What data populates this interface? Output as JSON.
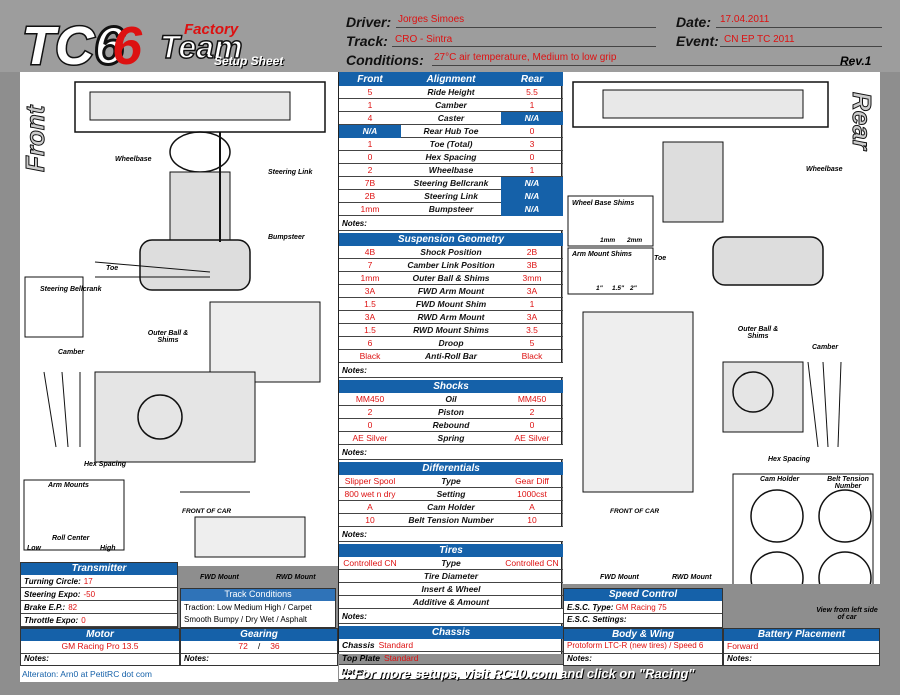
{
  "brand": {
    "tc": "TC6",
    "factory": "Factory",
    "team": "Team",
    "subtitle": "Setup Sheet"
  },
  "header": {
    "driver_label": "Driver:",
    "driver": "Jorges Simoes",
    "track_label": "Track:",
    "track": "CRO - Sintra",
    "conditions_label": "Conditions:",
    "conditions": "27°C air temperature, Medium to low grip",
    "date_label": "Date:",
    "date": "17.04.2011",
    "event_label": "Event:",
    "event": "CN EP TC 2011",
    "rev": "Rev.1"
  },
  "diagram_labels": {
    "front": "Front",
    "rear": "Rear",
    "wheelbase": "Wheelbase",
    "steering_link": "Steering Link",
    "bumpsteer": "Bumpsteer",
    "toe": "Toe",
    "steering_bellcrank": "Steering Bellcrank",
    "outer_ball": "Outer Ball & Shims",
    "camber": "Camber",
    "hex_spacing": "Hex Spacing",
    "arm_mounts": "Arm Mounts",
    "roll_center": "Roll Center",
    "low": "Low",
    "high": "High",
    "front_of_car": "FRONT OF CAR",
    "fwd_mount": "FWD Mount",
    "rwd_mount": "RWD Mount",
    "wheel_base_shims": "Wheel Base Shims",
    "arm_mount_shims": "Arm Mount Shims",
    "cam_holder": "Cam Holder",
    "belt_tension": "Belt Tension Number",
    "view_from_left": "View from left side of car",
    "shim_1mm": "1mm",
    "shim_2mm": "2mm",
    "shim_a": "1\"",
    "shim_b": "1.5\"",
    "shim_c": "2\""
  },
  "table": {
    "col_front": "Front",
    "col_rear": "Rear",
    "alignment": {
      "title": "Alignment",
      "rows": [
        {
          "label": "Ride Height",
          "front": "5",
          "rear": "5.5"
        },
        {
          "label": "Camber",
          "front": "1",
          "rear": "1"
        },
        {
          "label": "Caster",
          "front": "4",
          "rear": "N/A"
        },
        {
          "label": "Rear Hub Toe",
          "front": "N/A",
          "rear": "0"
        },
        {
          "label": "Toe (Total)",
          "front": "1",
          "rear": "3"
        },
        {
          "label": "Hex Spacing",
          "front": "0",
          "rear": "0"
        },
        {
          "label": "Wheelbase",
          "front": "2",
          "rear": "1"
        },
        {
          "label": "Steering Bellcrank",
          "front": "7B",
          "rear": "N/A"
        },
        {
          "label": "Steering Link",
          "front": "2B",
          "rear": "N/A"
        },
        {
          "label": "Bumpsteer",
          "front": "1mm",
          "rear": "N/A"
        }
      ]
    },
    "suspension": {
      "title": "Suspension Geometry",
      "rows": [
        {
          "label": "Shock Position",
          "front": "4B",
          "rear": "2B"
        },
        {
          "label": "Camber Link Position",
          "front": "7",
          "rear": "3B"
        },
        {
          "label": "Outer Ball & Shims",
          "front": "1mm",
          "rear": "3mm"
        },
        {
          "label": "FWD Arm Mount",
          "front": "3A",
          "rear": "3A"
        },
        {
          "label": "FWD Mount Shim",
          "front": "1.5",
          "rear": "1"
        },
        {
          "label": "RWD Arm Mount",
          "front": "3A",
          "rear": "3A"
        },
        {
          "label": "RWD Mount Shims",
          "front": "1.5",
          "rear": "3.5"
        },
        {
          "label": "Droop",
          "front": "6",
          "rear": "5"
        },
        {
          "label": "Anti-Roll Bar",
          "front": "Black",
          "rear": "Black"
        }
      ]
    },
    "shocks": {
      "title": "Shocks",
      "rows": [
        {
          "label": "Oil",
          "front": "MM450",
          "rear": "MM450"
        },
        {
          "label": "Piston",
          "front": "2",
          "rear": "2"
        },
        {
          "label": "Rebound",
          "front": "0",
          "rear": "0"
        },
        {
          "label": "Spring",
          "front": "AE Silver",
          "rear": "AE Silver"
        }
      ]
    },
    "differentials": {
      "title": "Differentials",
      "rows": [
        {
          "label": "Type",
          "front": "Slipper Spool",
          "rear": "Gear Diff"
        },
        {
          "label": "Setting",
          "front": "800 wet n dry",
          "rear": "1000cst"
        },
        {
          "label": "Cam Holder",
          "front": "A",
          "rear": "A"
        },
        {
          "label": "Belt Tension Number",
          "front": "10",
          "rear": "10"
        }
      ]
    },
    "tires": {
      "title": "Tires",
      "rows": [
        {
          "label": "Type",
          "front": "Controlled CN",
          "rear": "Controlled CN"
        },
        {
          "label": "Tire Diameter",
          "front": "",
          "rear": ""
        },
        {
          "label": "Insert & Wheel",
          "front": "",
          "rear": ""
        },
        {
          "label": "Additive & Amount",
          "front": "",
          "rear": ""
        }
      ]
    },
    "notes_label": "Notes:",
    "chassis": {
      "title": "Chassis",
      "chassis_label": "Chassis",
      "chassis": "Standard",
      "top_plate_label": "Top Plate",
      "top_plate": "Standard"
    }
  },
  "transmitter": {
    "title": "Transmitter",
    "rows": [
      {
        "label": "Turning Circle:",
        "value": "17"
      },
      {
        "label": "Steering Expo:",
        "value": "-50"
      },
      {
        "label": "Brake E.P.:",
        "value": "82"
      },
      {
        "label": "Throttle Expo:",
        "value": "0"
      }
    ]
  },
  "track_conditions": {
    "title": "Track Conditions",
    "line1": "Traction: Low  Medium  High / Carpet",
    "line2": "Smooth  Bumpy / Dry  Wet / Asphalt"
  },
  "motor": {
    "title": "Motor",
    "value": "GM Racing Pro 13.5",
    "notes": "Notes:"
  },
  "gearing": {
    "title": "Gearing",
    "pinion": "72",
    "sep": "/",
    "spur": "36",
    "notes": "Notes:"
  },
  "speed_control": {
    "title": "Speed Control",
    "esc_label": "E.S.C. Type:",
    "esc": "GM Racing 75",
    "settings_label": "E.S.C. Settings:"
  },
  "body_wing": {
    "title": "Body & Wing",
    "value": "Protoform LTC-R (new tires) / Speed 6",
    "notes": "Notes:"
  },
  "battery": {
    "title": "Battery Placement",
    "value": "Forward",
    "notes": "Notes:"
  },
  "footer": {
    "alteration": "Alteraton: Arn0 at PetitRC dot com",
    "cta": ":: For more setups, visit RC10.com and click on \"Racing\""
  }
}
